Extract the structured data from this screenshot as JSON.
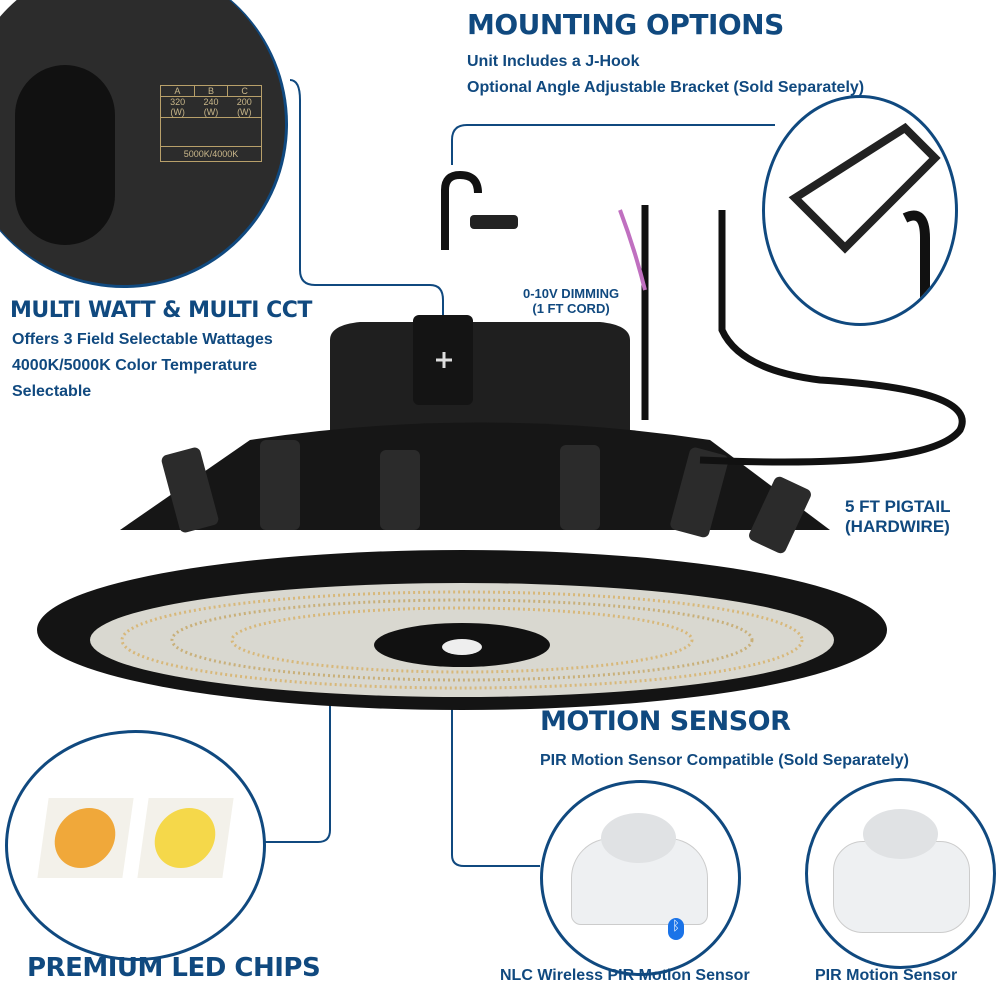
{
  "mounting": {
    "title": "MOUNTING OPTIONS",
    "line1": "Unit Includes a J-Hook",
    "line2": "Optional Angle Adjustable Bracket (Sold Separately)"
  },
  "multi": {
    "title": "MULTI WATT & MULTI CCT",
    "line1": "Offers 3 Field Selectable Wattages",
    "line2": "4000K/5000K Color Temperature",
    "line3": "Selectable"
  },
  "switch_panel": {
    "cols": [
      "A",
      "B",
      "C"
    ],
    "watts": [
      "320\n(W)",
      "240\n(W)",
      "200\n(W)"
    ],
    "cct": "5000K/4000K"
  },
  "dimming": {
    "line1": "0-10V DIMMING",
    "line2": "(1 FT CORD)"
  },
  "pigtail": {
    "line1": "5 FT PIGTAIL",
    "line2": "(HARDWIRE)"
  },
  "motion": {
    "title": "MOTION SENSOR",
    "line1": "PIR Motion Sensor Compatible (Sold Separately)"
  },
  "chips": {
    "title": "PREMIUM LED CHIPS"
  },
  "sensors": [
    {
      "label": "NLC Wireless PIR Motion Sensor"
    },
    {
      "label": "PIR Motion Sensor"
    }
  ],
  "colors": {
    "brand": "#10497f",
    "fixture": "#1b1b1b",
    "warm_chip": "#f0a83a",
    "cool_chip": "#f5d84a"
  }
}
